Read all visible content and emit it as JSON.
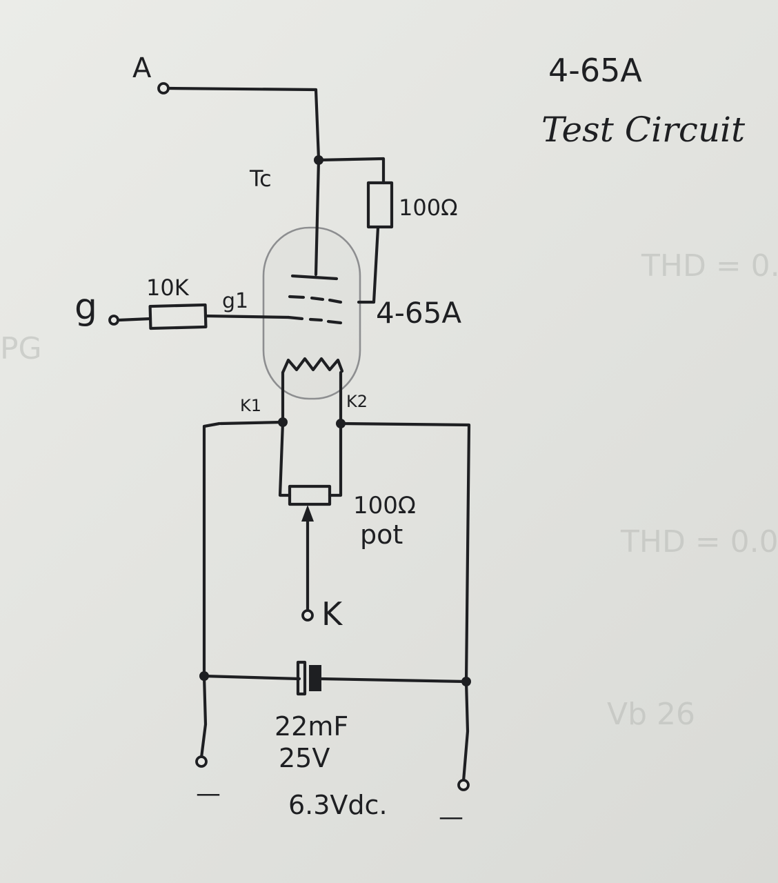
{
  "title": {
    "line1": "4-65A",
    "line2": "Test Circuit"
  },
  "labels": {
    "anode": "A",
    "top_cap": "Tc",
    "resistor_100": "100Ω",
    "grid_terminal": "g",
    "resistor_10k": "10K",
    "grid1": "g1",
    "tube": "4-65A",
    "k1": "K1",
    "k2": "K2",
    "pot_value": "100Ω",
    "pot_word": "pot",
    "cathode": "K",
    "cap_value": "22mF",
    "cap_voltage": "25V",
    "minus_left": "—",
    "minus_right": "—",
    "supply": "6.3Vdc."
  },
  "colors": {
    "paper": "#e6e7e3",
    "ink": "#1e1f22",
    "envelope": "#8d8e90"
  }
}
